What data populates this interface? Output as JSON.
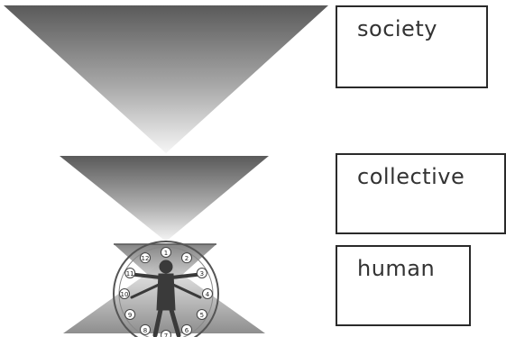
{
  "levels": {
    "society": "society",
    "collective": "collective",
    "human": "human"
  },
  "figure": {
    "circle_numbers": [
      "1",
      "2",
      "3",
      "4",
      "5",
      "6",
      "7",
      "8",
      "9",
      "10",
      "11",
      "12"
    ]
  },
  "colors": {
    "triangle_dark": "#555555",
    "triangle_light": "#f4f4f4",
    "border": "#2a2a2a"
  }
}
